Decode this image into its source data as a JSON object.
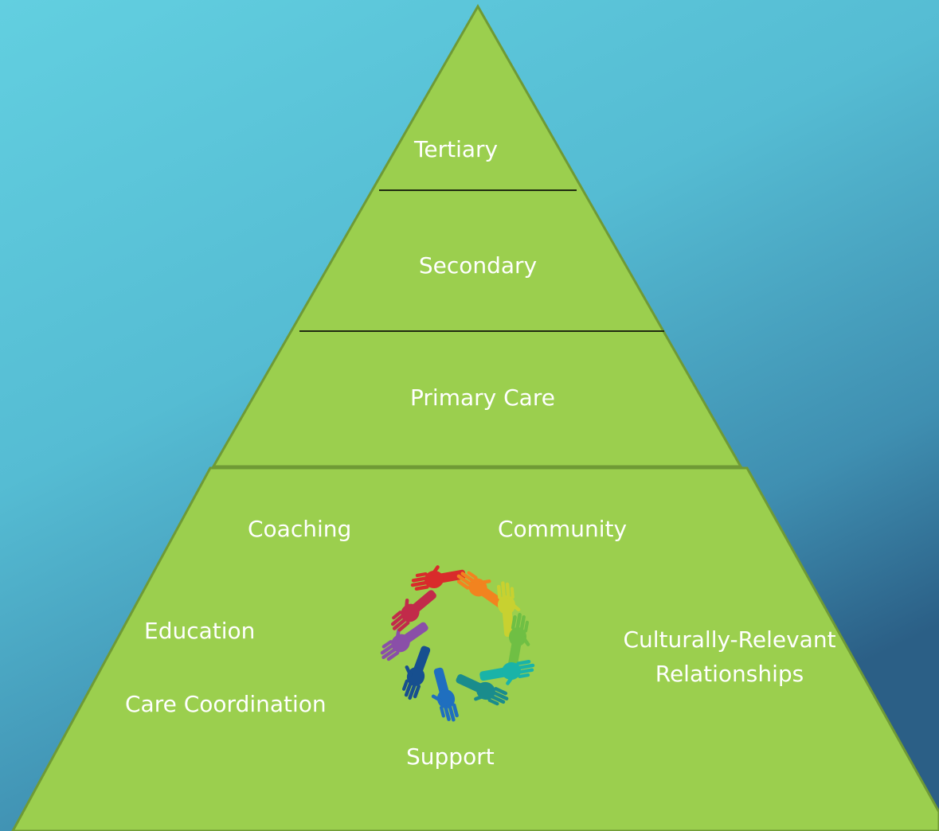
{
  "pyramid": {
    "top_tier": "Tertiary",
    "middle_tier": "Secondary",
    "lower_tier": "Primary Care",
    "base": {
      "coaching": "Coaching",
      "community": "Community",
      "education": "Education",
      "culturally_relevant_line1": "Culturally-Relevant",
      "culturally_relevant_line2": "Relationships",
      "care_coordination": "Care Coordination",
      "support": "Support"
    }
  },
  "colors": {
    "background_top": "#62cfe0",
    "background_bottom": "#2b5f86",
    "pyramid_fill": "#9bcf4e",
    "pyramid_stroke": "#6f9a35",
    "divider": "#1f2a10",
    "hand_colors": [
      "#d92b2b",
      "#f2831f",
      "#c8d130",
      "#6fbf44",
      "#19b3a8",
      "#1a8c8c",
      "#1f6fbf",
      "#174f8f",
      "#8a4fa8",
      "#c22a4a"
    ]
  },
  "icons": {
    "center_graphic": "hands-circle-icon"
  }
}
